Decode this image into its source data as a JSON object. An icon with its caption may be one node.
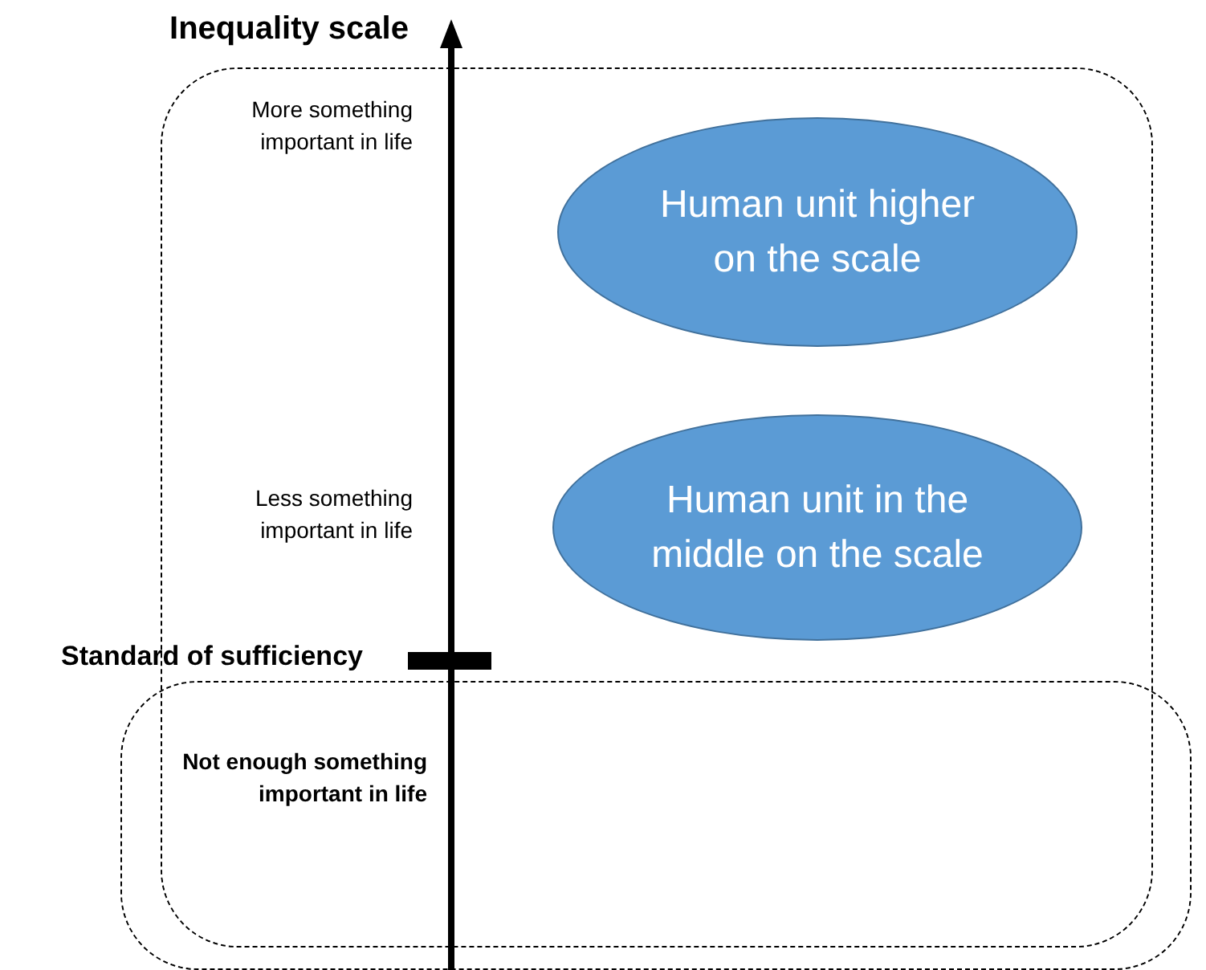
{
  "diagram": {
    "nodes": [
      {
        "text": [],
        "shape": "box"
      },
      {
        "text": [
          "Human unit higher on the scale"
        ],
        "in": 0
      },
      {
        "text": [
          "Human unit in the middle on the scale"
        ],
        "in": 0
      },
      {
        "text": [],
        "shape": "box"
      }
    ],
    "edges": [],
    "labels": [
      "Inequality scale",
      "More something important in life",
      "Less something important in life",
      "Standard of sufficiency",
      "Not enough something important in life"
    ]
  }
}
